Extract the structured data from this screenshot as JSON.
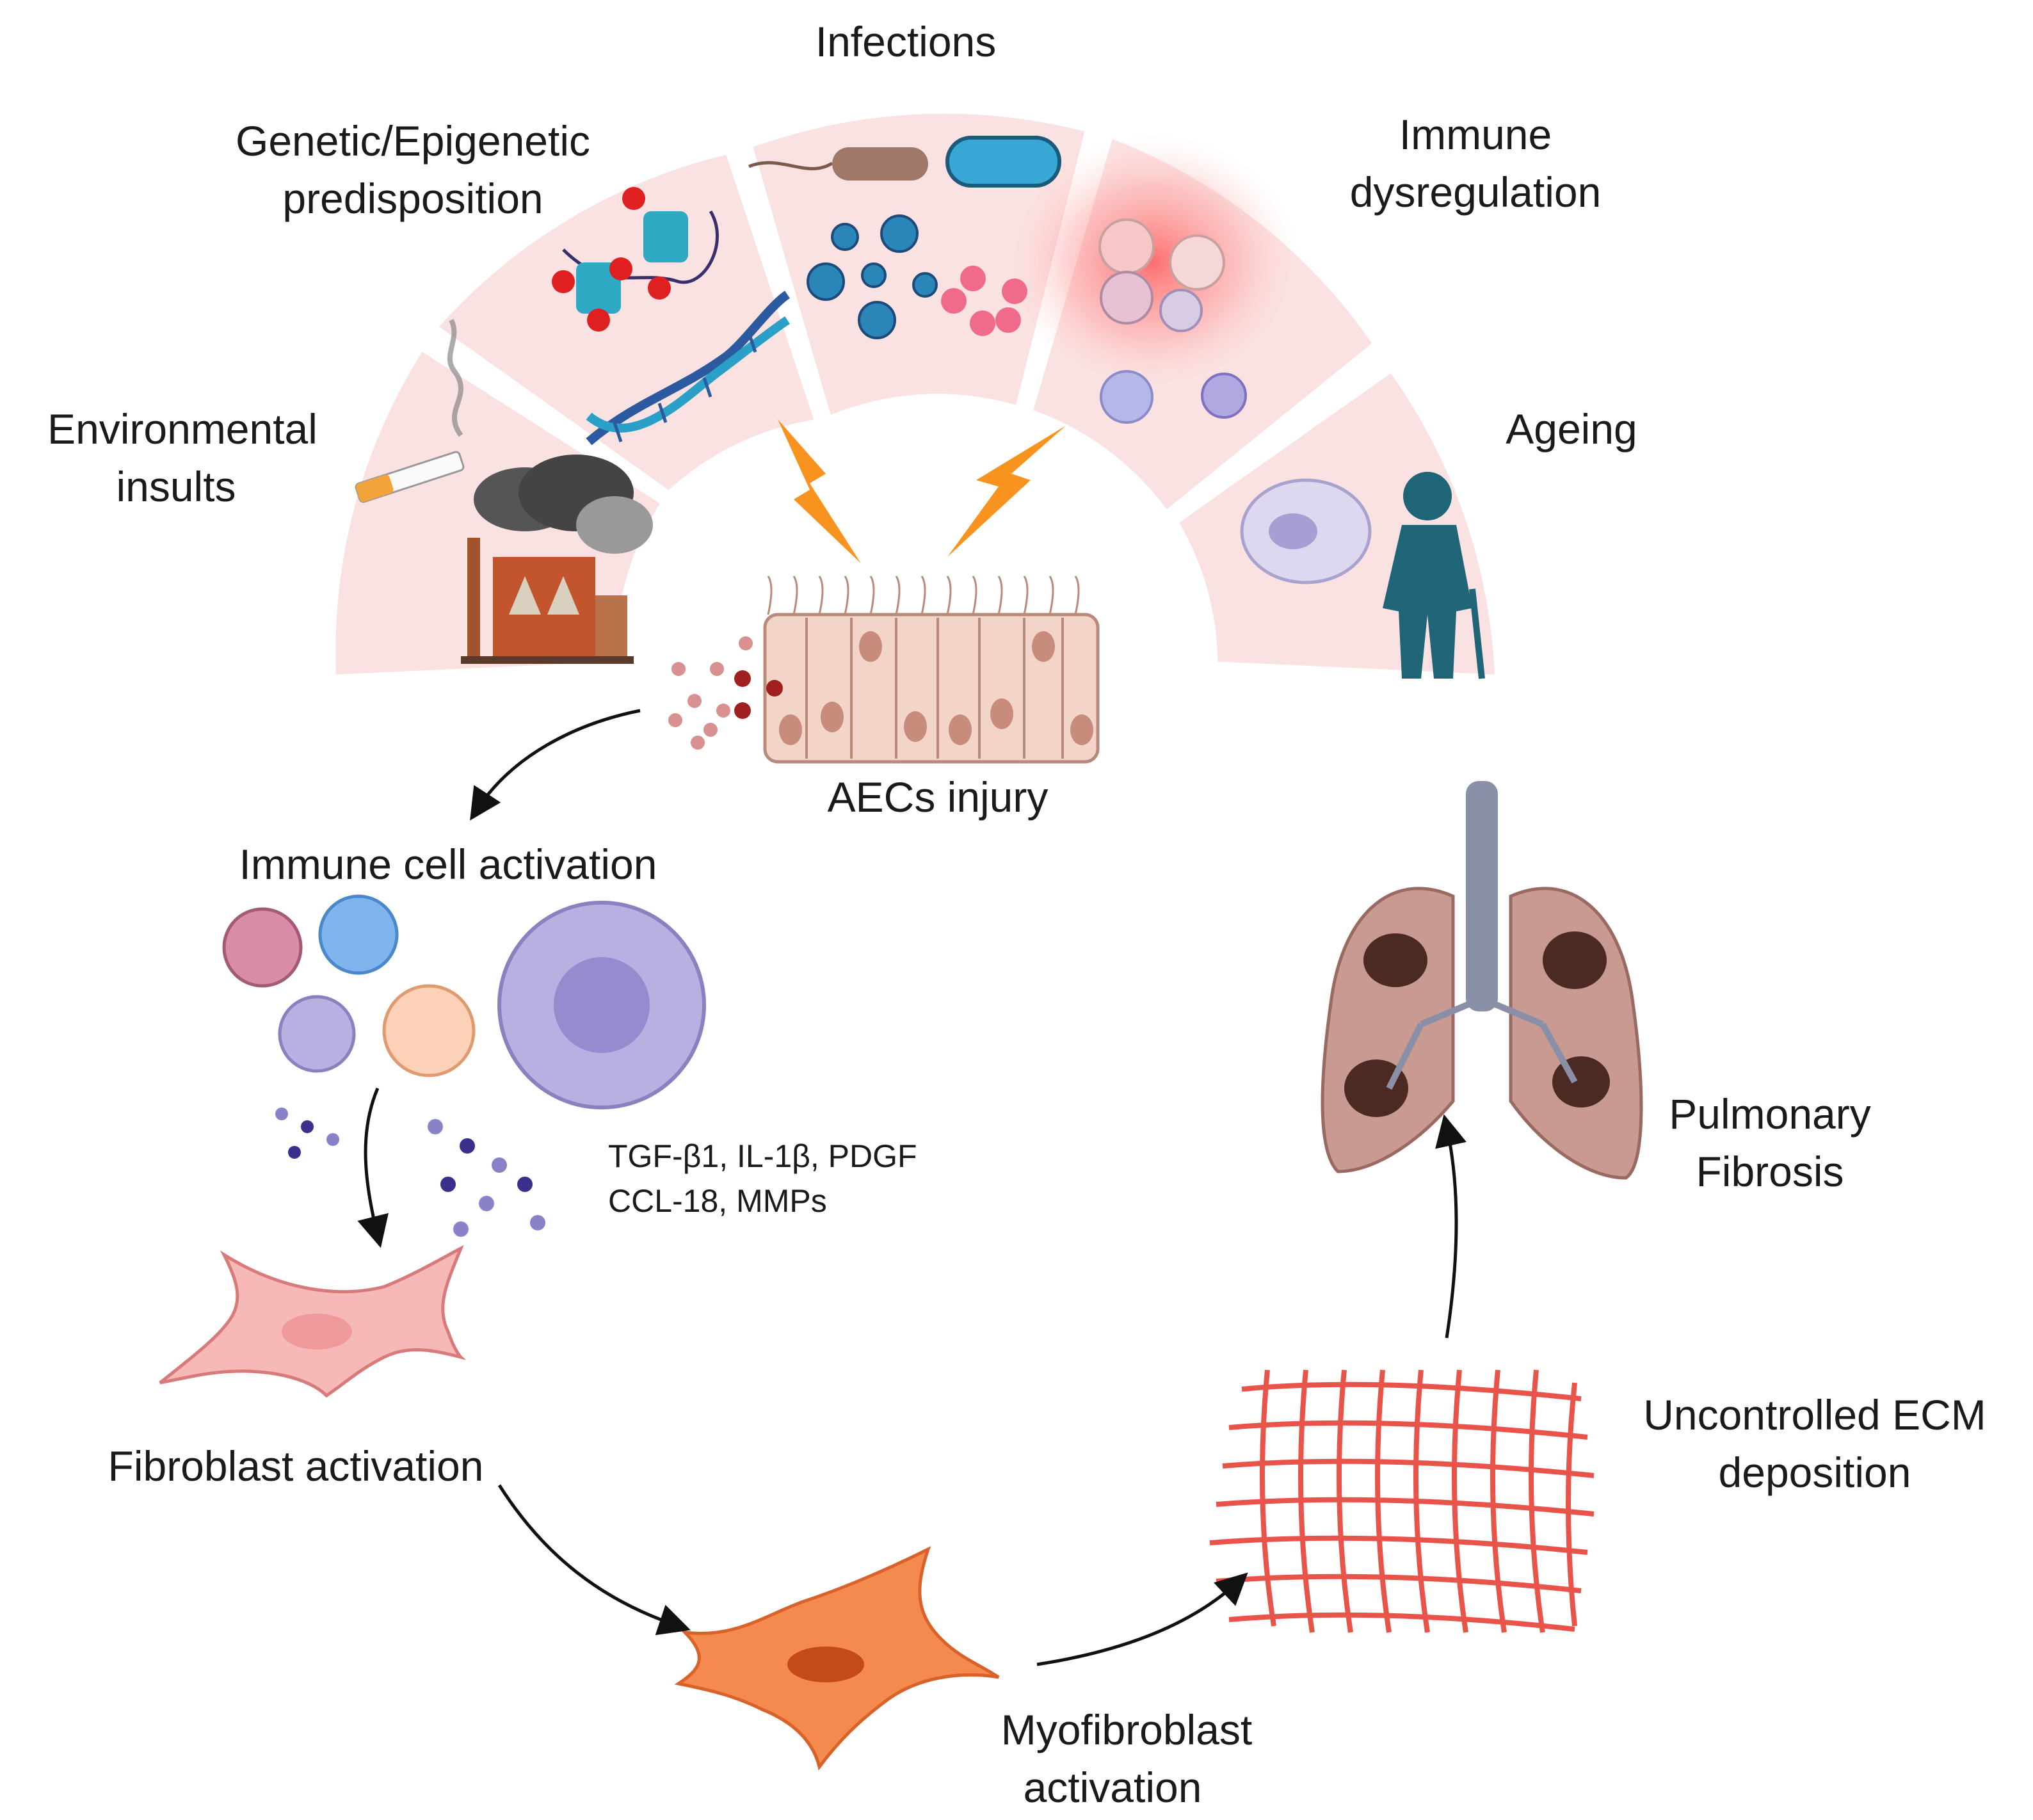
{
  "risk_factors": {
    "environmental": [
      "Environmental",
      "insults"
    ],
    "genetic": [
      "Genetic/Epigenetic",
      "predisposition"
    ],
    "infections": "Infections",
    "immune": [
      "Immune",
      "dysregulation"
    ],
    "ageing": "Ageing"
  },
  "injury": "AECs injury",
  "immune_activation": "Immune cell activation",
  "cytokines": [
    "TGF-β1, IL-1β, PDGF",
    "CCL-18, MMPs"
  ],
  "fibroblast": "Fibroblast activation",
  "myofibroblast": [
    "Myofibroblast",
    "activation"
  ],
  "ecm": [
    "Uncontrolled ECM",
    "deposition"
  ],
  "fibrosis": [
    "Pulmonary",
    "Fibrosis"
  ],
  "colors": {
    "arc_fill": "#fbe2e2",
    "lightning": "#f7931e",
    "epithelium": "#f2d4c8",
    "fibroblast": "#f7b8b8",
    "myofibroblast": "#f58a4e",
    "ecm": "#e8534a",
    "lung": "#c99a92",
    "person": "#1f6577",
    "immune_cell": "#b8b0e0"
  }
}
